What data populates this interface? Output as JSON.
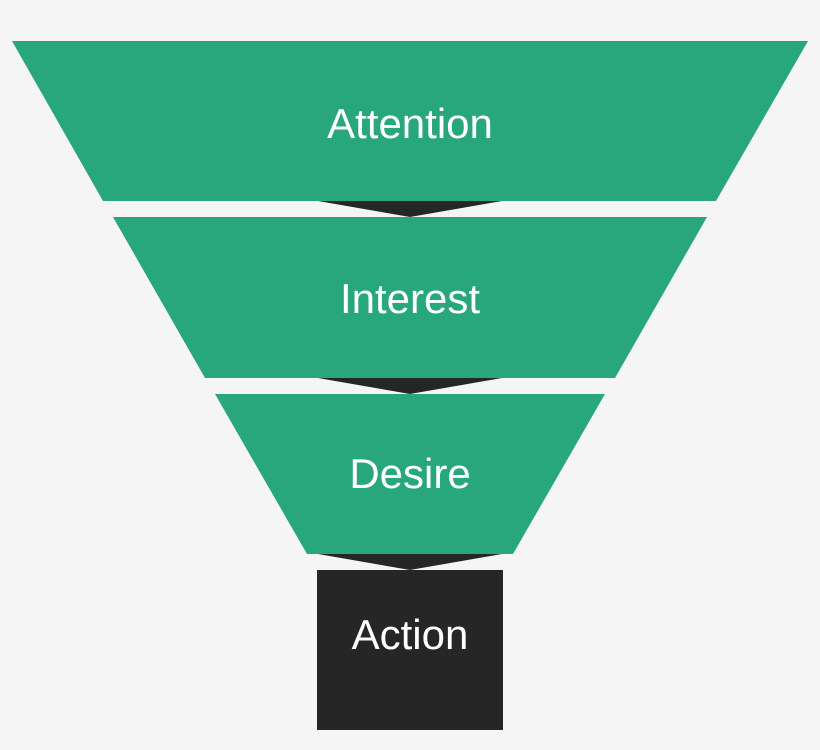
{
  "colors": {
    "background": "#f5f5f5",
    "stage_fill": "#27a77b",
    "action_fill": "#262626",
    "connector_fill": "#262626",
    "label_color": "#ffffff"
  },
  "stages": [
    {
      "label": "Attention"
    },
    {
      "label": "Interest"
    },
    {
      "label": "Desire"
    },
    {
      "label": "Action"
    }
  ]
}
